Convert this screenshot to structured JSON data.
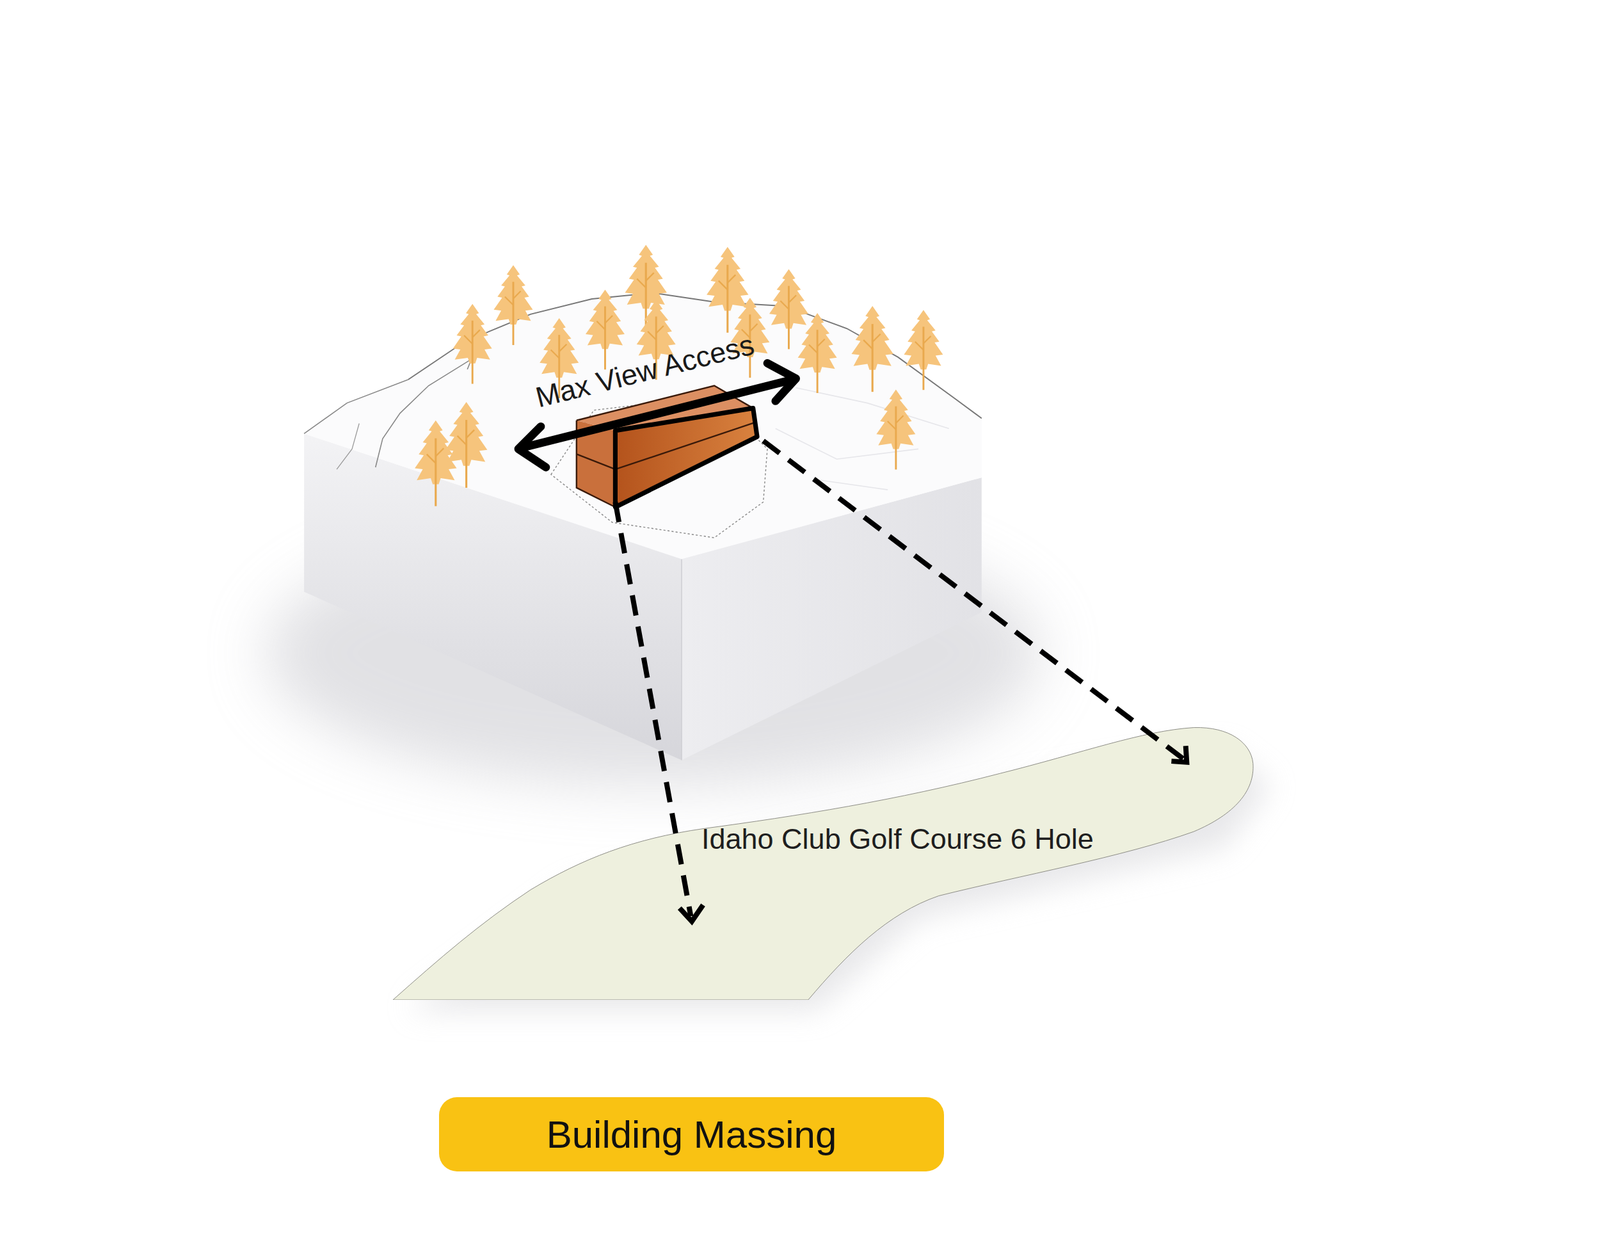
{
  "diagram": {
    "nodes": [
      {
        "text": [
          "Idaho Club Golf Course 6 Hole"
        ]
      },
      {
        "text": [
          "Building Massing"
        ]
      }
    ],
    "labels": [
      "Max View Access"
    ]
  }
}
